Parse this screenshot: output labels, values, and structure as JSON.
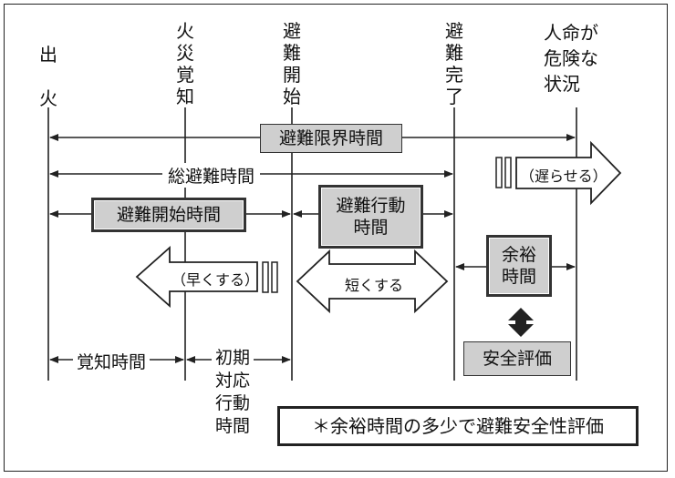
{
  "events": {
    "fire": "出\n火",
    "awareness": "火災覚知",
    "evac_start": "避難開始",
    "evac_done": "避難完了",
    "danger": "人命が\n危険な\n状況"
  },
  "spans": {
    "limit": "避難限界時間",
    "total": "総避難時間",
    "start_time": "避難開始時間",
    "action_time": "避難行動\n時間",
    "margin": "余裕\n時間",
    "awareness_time": "覚知時間",
    "initial_response": "初期\n対応\n行動\n時間"
  },
  "arrows": {
    "delay": "（遅らせる）",
    "earlier": "（早くする）",
    "shorten": "短くする"
  },
  "safety_eval": "安全評価",
  "note": "＊余裕時間の多少で避難安全性評価",
  "colors": {
    "box_fill": "#cfcfcf",
    "line": "#222222"
  }
}
